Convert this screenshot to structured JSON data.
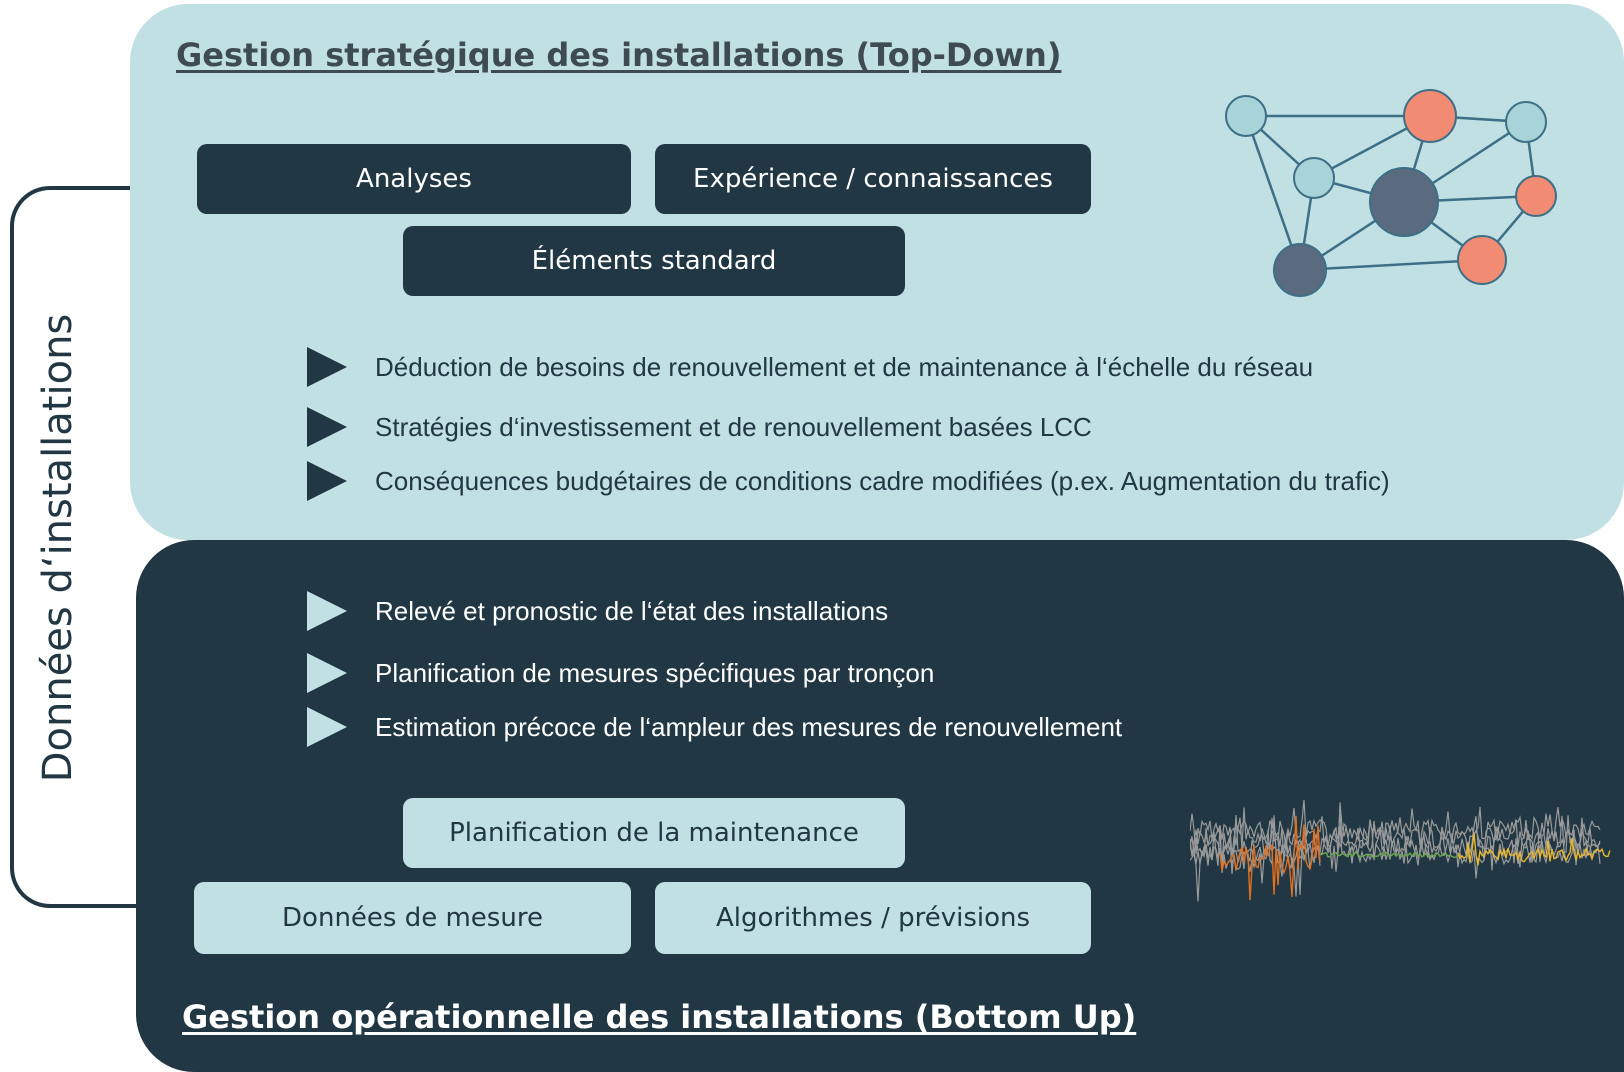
{
  "top_section": {
    "heading": "Gestion stratégique des installations (Top-Down)",
    "boxes": [
      "Analyses",
      "Expérience / connaissances",
      "Éléments standard"
    ],
    "bullets": [
      "Déduction de besoins de renouvellement et de maintenance à l‘échelle du réseau",
      "Stratégies d‘investissement et de renouvellement basées LCC",
      "Conséquences budgétaires de conditions cadre modifiées (p.ex. Augmentation du trafic)"
    ]
  },
  "bottom_section": {
    "heading": "Gestion opérationnelle des installations (Bottom Up)",
    "bullets": [
      "Relevé et pronostic de l‘état des installations",
      "Planification de mesures spécifiques par tronçon",
      "Estimation précoce de l‘ampleur des mesures de renouvellement"
    ],
    "boxes": [
      "Planification de la maintenance",
      "Données de mesure",
      "Algorithmes / prévisions"
    ]
  },
  "side_label": "Données d‘installations",
  "colors": {
    "light_teal": "#c1e0e4",
    "dark_navy": "#213743",
    "node_salmon": "#f28b74",
    "node_slate": "#5a6b80",
    "node_light": "#a8d3d8",
    "signal_orange": "#e07020",
    "signal_yellow": "#e8b830",
    "signal_green": "#6aa84f",
    "signal_gray": "#9a9a9a"
  },
  "icons": [
    "network-graph-icon",
    "signal-waveform-icon",
    "play-triangle-icon"
  ]
}
